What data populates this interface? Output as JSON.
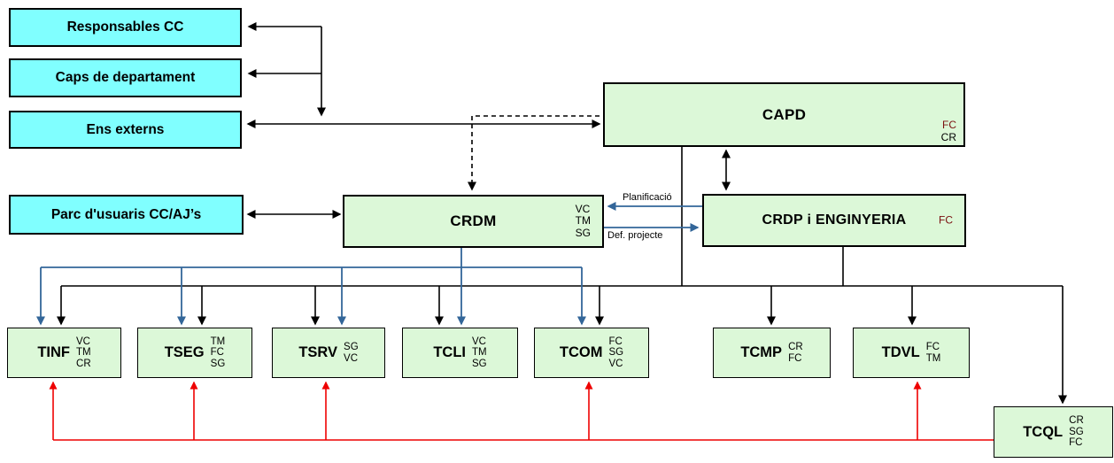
{
  "external_boxes": {
    "responsables": "Responsables CC",
    "caps": "Caps de departament",
    "ens": "Ens externs",
    "parc": "Parc d'usuaris CC/AJ’s"
  },
  "nodes": {
    "capd": {
      "name": "CAPD",
      "tags": [
        "FC",
        "CR"
      ]
    },
    "crdm": {
      "name": "CRDM",
      "tags": [
        "VC",
        "TM",
        "SG"
      ]
    },
    "crdp": {
      "name": "CRDP i ENGINYERIA",
      "tags": [
        "FC"
      ]
    }
  },
  "teams": [
    {
      "name": "TINF",
      "tags": [
        "VC",
        "TM",
        "CR"
      ]
    },
    {
      "name": "TSEG",
      "tags": [
        "TM",
        "FC",
        "SG"
      ]
    },
    {
      "name": "TSRV",
      "tags": [
        "SG",
        "VC"
      ]
    },
    {
      "name": "TCLI",
      "tags": [
        "VC",
        "TM",
        "SG"
      ]
    },
    {
      "name": "TCOM",
      "tags": [
        "FC",
        "SG",
        "VC"
      ]
    },
    {
      "name": "TCMP",
      "tags": [
        "CR",
        "FC"
      ]
    },
    {
      "name": "TDVL",
      "tags": [
        "FC",
        "TM"
      ]
    },
    {
      "name": "TCQL",
      "tags": [
        "CR",
        "SG",
        "FC"
      ]
    }
  ],
  "edge_labels": {
    "planificacio": "Planificació",
    "def_projecte": "Def. projecte"
  },
  "colors": {
    "box_cyan": "#80FFFF",
    "box_green": "#DCF8D8",
    "line_black": "#000000",
    "line_blue": "#336699",
    "line_red": "#EE0000",
    "tag_maroon": "#7B1010"
  }
}
